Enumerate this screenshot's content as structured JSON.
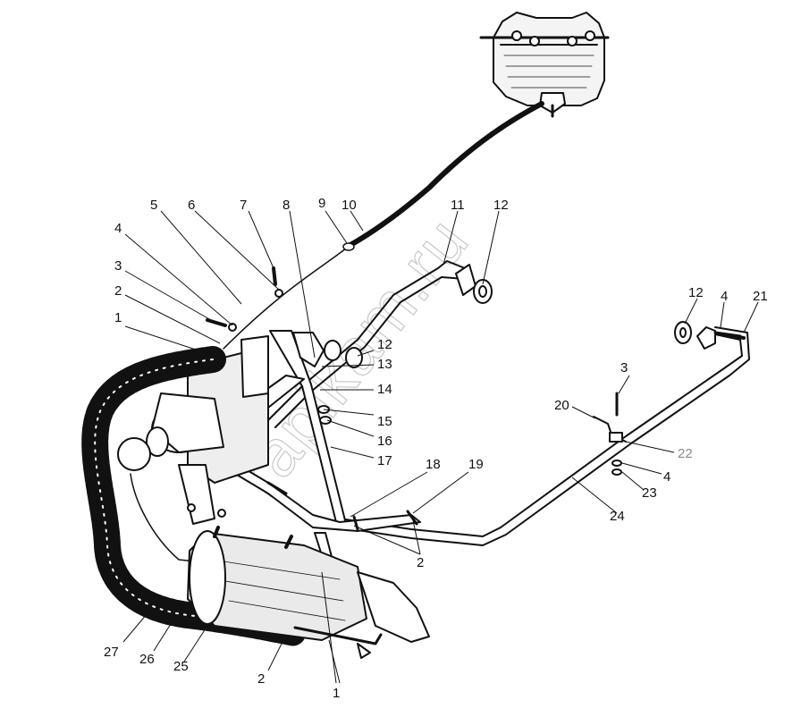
{
  "watermark": "rapikam.ru",
  "callouts": [
    {
      "id": "c1",
      "text": "1"
    },
    {
      "id": "c2",
      "text": "2"
    },
    {
      "id": "c3",
      "text": "3"
    },
    {
      "id": "c4",
      "text": "4"
    },
    {
      "id": "c5",
      "text": "5"
    },
    {
      "id": "c6",
      "text": "6"
    },
    {
      "id": "c7",
      "text": "7"
    },
    {
      "id": "c8",
      "text": "8"
    },
    {
      "id": "c9",
      "text": "9"
    },
    {
      "id": "c10",
      "text": "10"
    },
    {
      "id": "c11",
      "text": "11"
    },
    {
      "id": "c12",
      "text": "12"
    },
    {
      "id": "c12b",
      "text": "12"
    },
    {
      "id": "c13",
      "text": "13"
    },
    {
      "id": "c14",
      "text": "14"
    },
    {
      "id": "c15",
      "text": "15"
    },
    {
      "id": "c16",
      "text": "16"
    },
    {
      "id": "c17",
      "text": "17"
    },
    {
      "id": "c18",
      "text": "18"
    },
    {
      "id": "c19",
      "text": "19"
    },
    {
      "id": "c2b",
      "text": "2"
    },
    {
      "id": "c12c",
      "text": "12"
    },
    {
      "id": "c4b",
      "text": "4"
    },
    {
      "id": "c21",
      "text": "21"
    },
    {
      "id": "c3b",
      "text": "3"
    },
    {
      "id": "c20",
      "text": "20"
    },
    {
      "id": "c22",
      "text": "22"
    },
    {
      "id": "c4c",
      "text": "4"
    },
    {
      "id": "c23",
      "text": "23"
    },
    {
      "id": "c24",
      "text": "24"
    },
    {
      "id": "c27",
      "text": "27"
    },
    {
      "id": "c26",
      "text": "26"
    },
    {
      "id": "c25",
      "text": "25"
    },
    {
      "id": "c2c",
      "text": "2"
    },
    {
      "id": "c1b",
      "text": "1"
    }
  ]
}
